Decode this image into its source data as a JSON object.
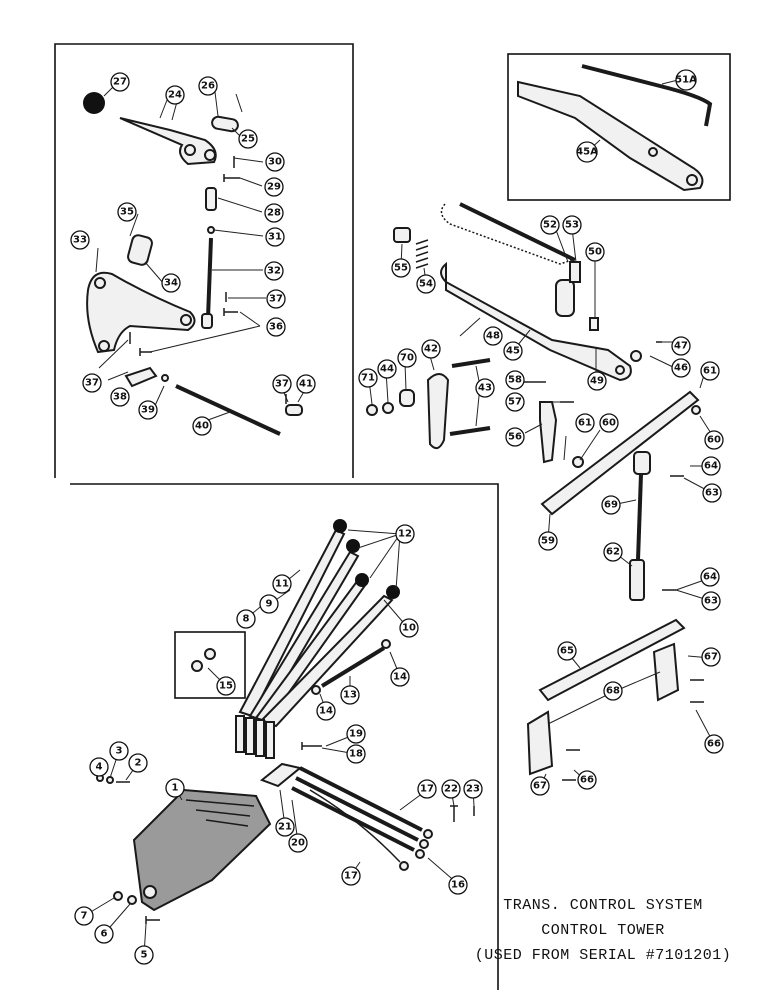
{
  "caption": {
    "line1": "TRANS. CONTROL SYSTEM",
    "line2": "CONTROL TOWER",
    "line3": "(USED FROM SERIAL #7101201)"
  },
  "callouts": [
    {
      "id": "c1",
      "label": "1"
    },
    {
      "id": "c2",
      "label": "2"
    },
    {
      "id": "c3",
      "label": "3"
    },
    {
      "id": "c4",
      "label": "4"
    },
    {
      "id": "c5",
      "label": "5"
    },
    {
      "id": "c6",
      "label": "6"
    },
    {
      "id": "c7",
      "label": "7"
    },
    {
      "id": "c8",
      "label": "8"
    },
    {
      "id": "c9",
      "label": "9"
    },
    {
      "id": "c10",
      "label": "10"
    },
    {
      "id": "c11",
      "label": "11"
    },
    {
      "id": "c12",
      "label": "12"
    },
    {
      "id": "c13",
      "label": "13"
    },
    {
      "id": "c14a",
      "label": "14"
    },
    {
      "id": "c14b",
      "label": "14"
    },
    {
      "id": "c15",
      "label": "15"
    },
    {
      "id": "c16",
      "label": "16"
    },
    {
      "id": "c17a",
      "label": "17"
    },
    {
      "id": "c17b",
      "label": "17"
    },
    {
      "id": "c18",
      "label": "18"
    },
    {
      "id": "c19",
      "label": "19"
    },
    {
      "id": "c20",
      "label": "20"
    },
    {
      "id": "c21",
      "label": "21"
    },
    {
      "id": "c22",
      "label": "22"
    },
    {
      "id": "c23",
      "label": "23"
    },
    {
      "id": "c24",
      "label": "24"
    },
    {
      "id": "c25",
      "label": "25"
    },
    {
      "id": "c26",
      "label": "26"
    },
    {
      "id": "c27",
      "label": "27"
    },
    {
      "id": "c28",
      "label": "28"
    },
    {
      "id": "c29",
      "label": "29"
    },
    {
      "id": "c30",
      "label": "30"
    },
    {
      "id": "c31",
      "label": "31"
    },
    {
      "id": "c32",
      "label": "32"
    },
    {
      "id": "c33",
      "label": "33"
    },
    {
      "id": "c34",
      "label": "34"
    },
    {
      "id": "c35",
      "label": "35"
    },
    {
      "id": "c36",
      "label": "36"
    },
    {
      "id": "c37a",
      "label": "37"
    },
    {
      "id": "c37b",
      "label": "37"
    },
    {
      "id": "c37c",
      "label": "37"
    },
    {
      "id": "c38",
      "label": "38"
    },
    {
      "id": "c39",
      "label": "39"
    },
    {
      "id": "c40",
      "label": "40"
    },
    {
      "id": "c41",
      "label": "41"
    },
    {
      "id": "c42",
      "label": "42"
    },
    {
      "id": "c43",
      "label": "43"
    },
    {
      "id": "c44",
      "label": "44"
    },
    {
      "id": "c45",
      "label": "45"
    },
    {
      "id": "c45a",
      "label": "45A"
    },
    {
      "id": "c46",
      "label": "46"
    },
    {
      "id": "c47",
      "label": "47"
    },
    {
      "id": "c48",
      "label": "48"
    },
    {
      "id": "c49",
      "label": "49"
    },
    {
      "id": "c50",
      "label": "50"
    },
    {
      "id": "c51a",
      "label": "51A"
    },
    {
      "id": "c52",
      "label": "52"
    },
    {
      "id": "c53",
      "label": "53"
    },
    {
      "id": "c54",
      "label": "54"
    },
    {
      "id": "c55",
      "label": "55"
    },
    {
      "id": "c56",
      "label": "56"
    },
    {
      "id": "c57",
      "label": "57"
    },
    {
      "id": "c58",
      "label": "58"
    },
    {
      "id": "c59",
      "label": "59"
    },
    {
      "id": "c60",
      "label": "60"
    },
    {
      "id": "c61a",
      "label": "61"
    },
    {
      "id": "c61b",
      "label": "61"
    },
    {
      "id": "c62",
      "label": "62"
    },
    {
      "id": "c63a",
      "label": "63"
    },
    {
      "id": "c63b",
      "label": "63"
    },
    {
      "id": "c64a",
      "label": "64"
    },
    {
      "id": "c64b",
      "label": "64"
    },
    {
      "id": "c65",
      "label": "65"
    },
    {
      "id": "c66a",
      "label": "66"
    },
    {
      "id": "c66b",
      "label": "66"
    },
    {
      "id": "c67a",
      "label": "67"
    },
    {
      "id": "c67b",
      "label": "67"
    },
    {
      "id": "c68",
      "label": "68"
    },
    {
      "id": "c69",
      "label": "69"
    },
    {
      "id": "c70",
      "label": "70"
    },
    {
      "id": "c71",
      "label": "71"
    }
  ]
}
